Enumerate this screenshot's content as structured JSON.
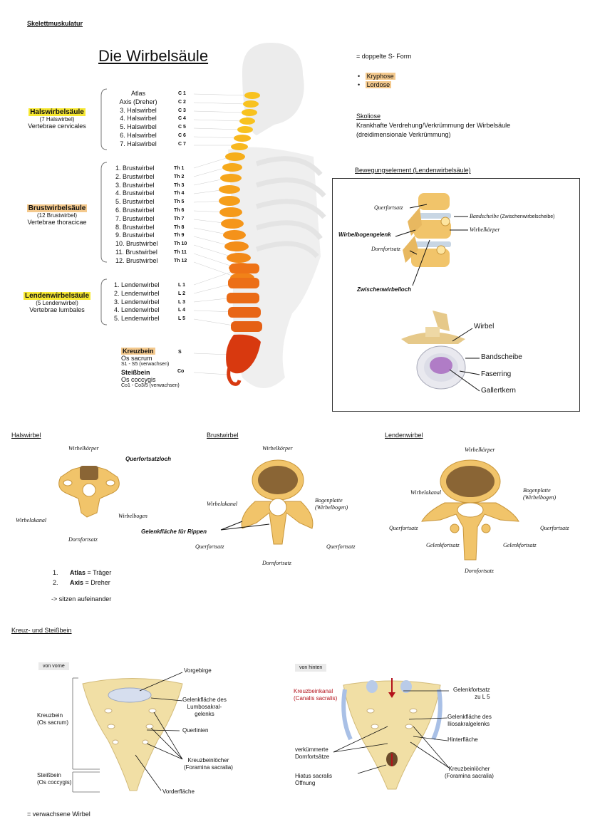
{
  "page": {
    "header": "Skelettmuskulatur",
    "title": "Die Wirbelsäule",
    "form_note": "= doppelte S- Form",
    "curves": [
      "Kryphose",
      "Lordose"
    ],
    "skoliose": {
      "title": "Skoliose",
      "line1": "Krankhafte Verdrehung/Verkrümmung der Wirbelsäule",
      "line2": "(dreidimensionale Verkrümmung)"
    }
  },
  "spine": {
    "hals": {
      "name": "Halswirbelsäule",
      "count": "(7 Halswirbel)",
      "latin": "Vertebrae cervicales",
      "items": [
        "Atlas",
        "Axis (Dreher)",
        "3. Halswirbel",
        "4. Halswirbel",
        "5. Halswirbel",
        "6. Halswirbel",
        "7. Halswirbel"
      ],
      "codes": [
        "C 1",
        "C 2",
        "C 3",
        "C 4",
        "C 5",
        "C 6",
        "C 7"
      ]
    },
    "brust": {
      "name": "Brustwirbelsäule",
      "count": "(12 Brustwirbel)",
      "latin": "Vertebrae thoracicae",
      "items": [
        "1. Brustwirbel",
        "2. Brustwirbel",
        "3. Brustwirbel",
        "4. Brustwirbel",
        "5. Brustwirbel",
        "6. Brustwirbel",
        "7. Brustwirbel",
        "8. Brustwirbel",
        "9. Brustwirbel",
        "10. Brustwirbel",
        "11. Brustwirbel",
        "12. Brustwirbel"
      ],
      "codes": [
        "Th 1",
        "Th 2",
        "Th 3",
        "Th 4",
        "Th 5",
        "Th 6",
        "Th 7",
        "Th 8",
        "Th 9",
        "Th 10",
        "Th 11",
        "Th 12"
      ]
    },
    "lenden": {
      "name": "Lendenwirbelsäule",
      "count": "(5 Lendenwirbel)",
      "latin": "Vertebrae lumbales",
      "items": [
        "1. Lendenwirbel",
        "2. Lendenwirbel",
        "3. Lendenwirbel",
        "4. Lendenwirbel",
        "5. Lendenwirbel"
      ],
      "codes": [
        "L 1",
        "L 2",
        "L 3",
        "L 4",
        "L 5"
      ]
    },
    "kreuz": {
      "name": "Kreuzbein",
      "latin": "Os sacrum",
      "detail": "S1 - S5 (verwachsen)",
      "code": "S"
    },
    "steiss": {
      "name": "Steißbein",
      "latin": "Os coccygis",
      "detail": "Co1 - Co3/5 (verwachsen)",
      "code": "Co"
    }
  },
  "bewegung": {
    "title": "Bewegungselement (Lendenwirbelsäule)",
    "labels": {
      "querfortsatz": "Querfortsatz",
      "bandscheibe": "Bandscheibe",
      "bandscheibe_note": "(Zwischenwirbelscheibe)",
      "wirbelkoerper": "Wirbelkörper",
      "gelenk": "Wirbelbogengelenk",
      "dornfortsatz": "Dornfortsatz",
      "loch": "Zwischenwirbelloch"
    },
    "disc": {
      "wirbel": "Wirbel",
      "bandscheibe": "Bandscheibe",
      "faserring": "Faserring",
      "gallertkern": "Gallertkern"
    }
  },
  "vertebra_types": {
    "hals": {
      "title": "Halswirbel",
      "koerper": "Wirbelkörper",
      "loch": "Querfortsatzloch",
      "kanal": "Wirbelakanal",
      "bogen": "Wirbelbogen",
      "dorn": "Dornfortsatz"
    },
    "brust": {
      "title": "Brustwirbel",
      "koerper": "Wirbelkörper",
      "kanal": "Wirbelakanal",
      "platte1": "Bogenplatte",
      "platte2": "(Wirbelbogen)",
      "gelenk": "Gelenkfläche für Rippen",
      "quer_l": "Querfortsatz",
      "quer_r": "Querfortsatz",
      "dorn": "Dornfortsatz"
    },
    "lenden": {
      "title": "Lendenwirbel",
      "koerper": "Wirbelkörper",
      "kanal": "Wirbelakanal",
      "platte1": "Bogenplatte",
      "platte2": "(Wirbelbogen)",
      "quer_l": "Querfortsatz",
      "quer_r": "Querfortsatz",
      "gel_l": "Gelenkfortsatz",
      "gel_r": "Gelenkfortsatz",
      "dorn": "Dornfortsatz"
    }
  },
  "atlas_axis": {
    "n1": "1.",
    "atlas": "Atlas",
    "atlas_desc": "= Träger",
    "n2": "2.",
    "axis": "Axis",
    "axis_desc": "= Dreher",
    "note": "-> sitzen aufeinander"
  },
  "kreuz_section": {
    "title": "Kreuz- und Steißbein",
    "front": {
      "tag": "von vorne",
      "vorgebirge": "Vorgebirge",
      "gelenk1": "Gelenkfläche des",
      "gelenk2": "Lumbosakral-",
      "gelenk3": "gelenks",
      "querlinien": "Querlinien",
      "loecher1": "Kreuzbeinlöcher",
      "loecher2": "(Foramina sacralia)",
      "vorder": "Vorderfläche",
      "kreuzbein1": "Kreuzbein",
      "kreuzbein2": "(Os sacrum)",
      "steiss1": "Steißbein",
      "steiss2": "(Os coccygis)"
    },
    "back": {
      "tag": "von hinten",
      "kanal1": "Kreuzbeinkanal",
      "kanal2": "(Canalis sacralis)",
      "gfort1": "Gelenkfortsatz",
      "gfort2": "zu L 5",
      "ilio1": "Gelenkfläche des",
      "ilio2": "Iliosakralgelenks",
      "hinter": "Hinterfläche",
      "dorn1": "verkümmerte",
      "dorn2": "Dornfortsätze",
      "hiatus1": "Hiatus sacralis",
      "hiatus2": "Öffnung",
      "loecher1": "Kreuzbeinlöcher",
      "loecher2": "(Foramina sacralia)"
    },
    "footer": "= verwachsene Wirbel"
  },
  "colors": {
    "cervical": "#f8c21f",
    "thoracic": "#f59a1a",
    "lumbar": "#ec6d17",
    "sacrum": "#d8390f",
    "bone": "#f1dfa5",
    "highlight_yellow": "#f7e833",
    "highlight_orange": "#f4c98d"
  }
}
